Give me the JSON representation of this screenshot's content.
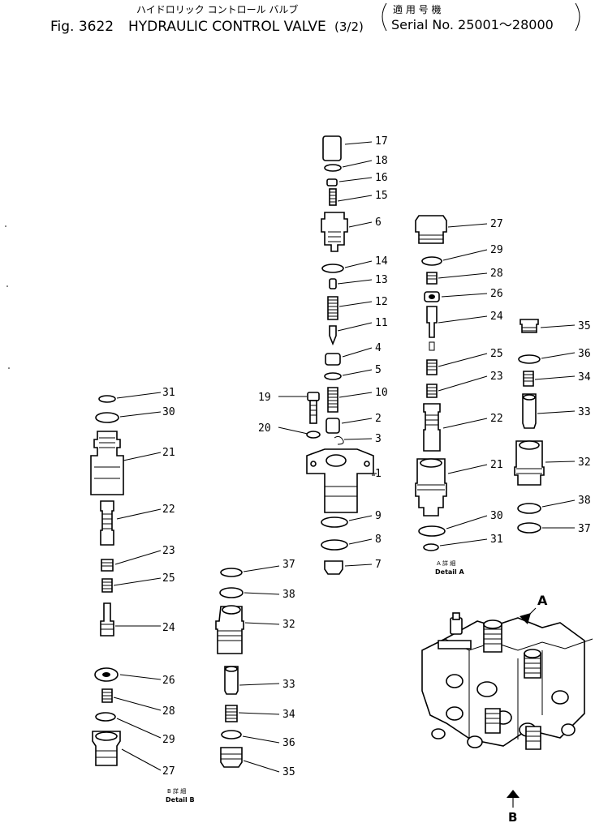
{
  "header": {
    "fig_label": "Fig. 3622",
    "title_jp": "ハイドロリック コントロール バルブ",
    "title_en": "HYDRAULIC CONTROL VALVE",
    "fraction": "(3/2)",
    "serial_jp": "適 用 号 機",
    "serial_en": "Serial No. 25001～28000"
  },
  "details": {
    "detail_a_jp": "A 詳 細",
    "detail_a_en": "Detail A",
    "detail_b_jp": "B 詳 細",
    "detail_b_en": "Detail B"
  },
  "view_arrows": {
    "a": "A",
    "b": "B"
  },
  "callouts": {
    "center": [
      "17",
      "18",
      "16",
      "15",
      "6",
      "14",
      "13",
      "12",
      "11",
      "4",
      "5",
      "10",
      "2",
      "3",
      "1",
      "9",
      "8",
      "7",
      "19",
      "20"
    ],
    "detail_a": [
      "27",
      "29",
      "28",
      "26",
      "24",
      "25",
      "23",
      "22",
      "21",
      "30",
      "31"
    ],
    "detail_a_right": [
      "35",
      "36",
      "34",
      "33",
      "32",
      "38",
      "37"
    ],
    "detail_b": [
      "31",
      "30",
      "21",
      "22",
      "23",
      "25",
      "24",
      "26",
      "28",
      "29",
      "27"
    ],
    "detail_b_mid": [
      "37",
      "38",
      "32",
      "33",
      "34",
      "36",
      "35"
    ]
  }
}
